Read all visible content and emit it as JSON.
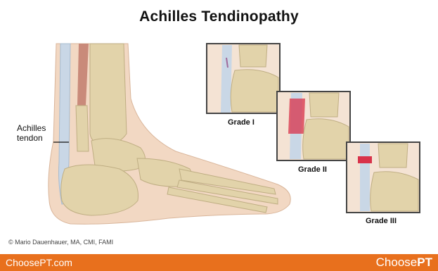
{
  "title": "Achilles Tendinopathy",
  "labels": {
    "achilles_tendon_line1": "Achilles",
    "achilles_tendon_line2": "tendon",
    "grade1": "Grade I",
    "grade2": "Grade II",
    "grade3": "Grade III"
  },
  "copyright": "© Mario Dauenhauer, MA, CMI, FAMI",
  "footer": {
    "left_text": "ChoosePT.com",
    "right_text_plain": "Choose",
    "right_text_bold": "PT"
  },
  "colors": {
    "footer_bg": "#e8701d",
    "bone": "#e2d3aa",
    "skin": "#f2d8c3",
    "tendon": "#c9d7e6",
    "inflammation": "#d8324a"
  }
}
